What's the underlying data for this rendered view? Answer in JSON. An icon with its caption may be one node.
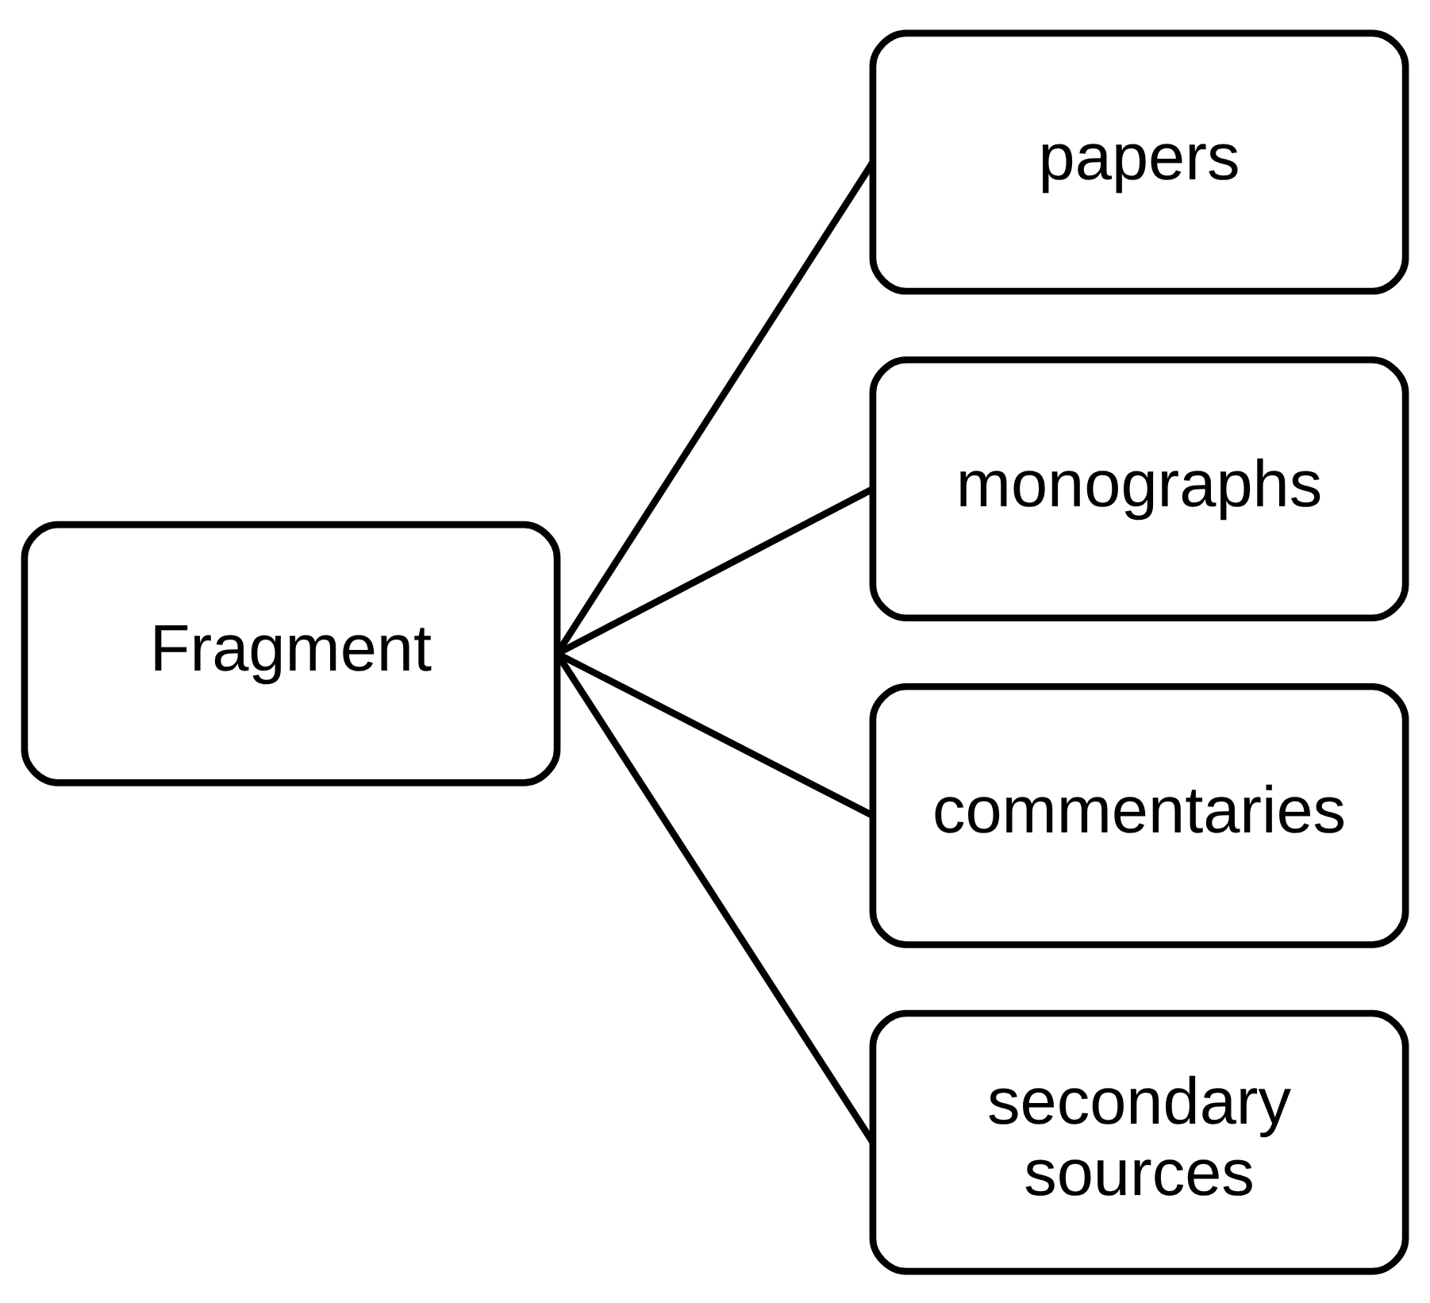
{
  "diagram": {
    "nodes": [
      {
        "text": [
          "Fragment"
        ]
      },
      {
        "text": [
          "papers"
        ]
      },
      {
        "text": [
          "monographs"
        ]
      },
      {
        "text": [
          "commentaries"
        ]
      },
      {
        "text": [
          "secondary sources"
        ]
      }
    ],
    "edges": [
      {
        "from": 0,
        "to": 1,
        "arrow": "none"
      },
      {
        "from": 0,
        "to": 2,
        "arrow": "none"
      },
      {
        "from": 0,
        "to": 3,
        "arrow": "none"
      },
      {
        "from": 0,
        "to": 4,
        "arrow": "none"
      }
    ]
  }
}
